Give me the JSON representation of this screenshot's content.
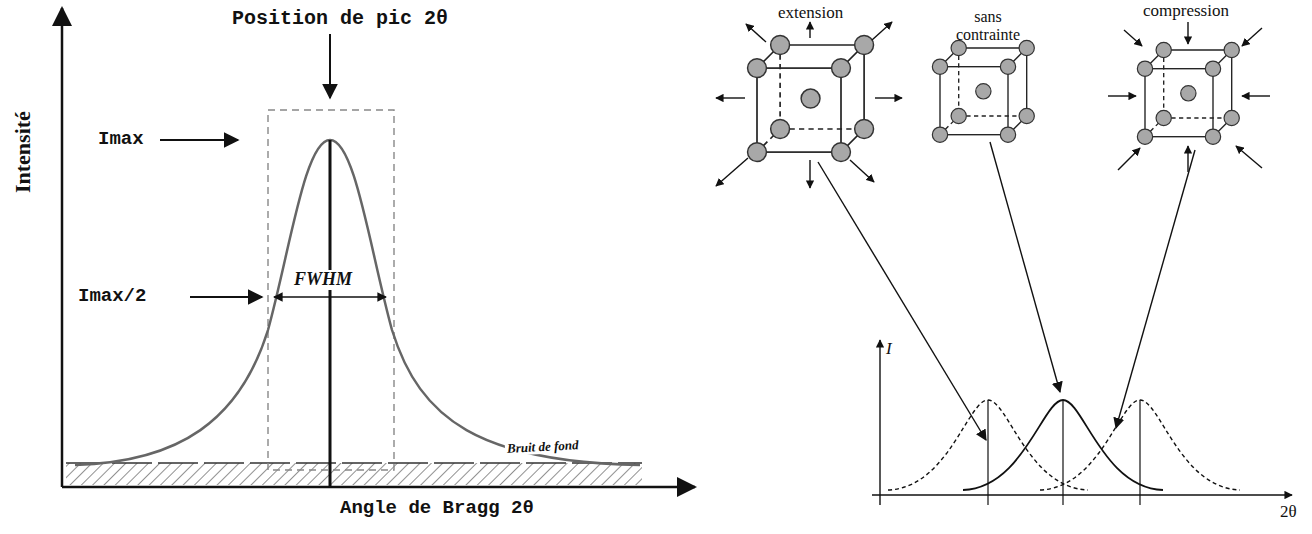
{
  "diagram": {
    "labels": [
      "Intensité",
      "Position de pic 2θ",
      "Imax",
      "Imax/2",
      "FWHM",
      "Bruit de fond",
      "Angle de Bragg 2θ",
      "extension",
      "sans contrainte",
      "compression",
      "I",
      "2θ"
    ]
  }
}
